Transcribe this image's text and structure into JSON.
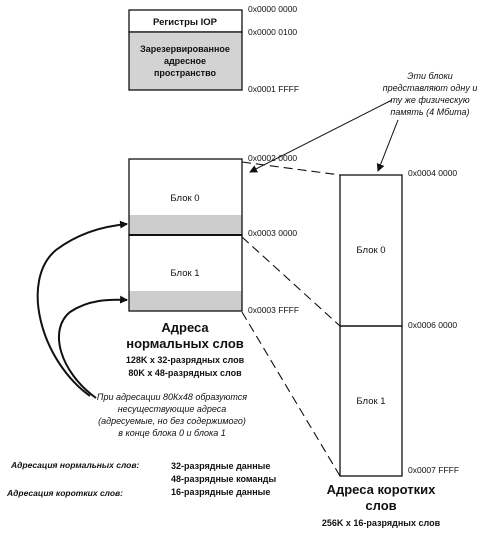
{
  "colors": {
    "ink": "#111111",
    "reserved_fill": "#d3d3d3",
    "nonexistent_fill": "#cdcdcd"
  },
  "top_map": {
    "iop_label": "Регистры IOP",
    "addr_start": "0x0000 0000",
    "addr_reserved_start": "0x0000 0100",
    "reserved_lines": [
      "Зарезервированное",
      "адресное",
      "пространство"
    ],
    "addr_end": "0x0001 FFFF"
  },
  "note_same_blocks": [
    "Эти блоки",
    "представляют одну и",
    "ту же физическую",
    "память (4 Мбита)"
  ],
  "normal_map": {
    "addr_start": "0x0002 0000",
    "block0_label": "Блок 0",
    "addr_mid": "0x0003 0000",
    "block1_label": "Блок 1",
    "addr_end": "0x0003 FFFF",
    "title_lines": [
      "Адреса",
      "нормальных слов"
    ],
    "sub_lines": [
      "128K x 32-разрядных слов",
      "80K x 48-разрядных слов"
    ]
  },
  "note_80k": [
    "При адресации 80Кх48 образуются",
    "несуществующие адреса",
    "(адресуемые, но без содержимого)",
    "в конце блока 0 и блока 1"
  ],
  "short_map": {
    "addr_start": "0x0004 0000",
    "block0_label": "Блок 0",
    "addr_mid": "0x0006 0000",
    "block1_label": "Блок 1",
    "addr_end": "0x0007 FFFF",
    "title_lines": [
      "Адреса коротких",
      "слов"
    ],
    "sub": "256K x 16-разрядных слов"
  },
  "legend": {
    "normal_label": "Адресация нормальных слов:",
    "short_label": "Адресация коротких слов:",
    "normal_values": [
      "32-разрядные данные",
      "48-разрядные команды"
    ],
    "short_value": "16-разрядные данные"
  }
}
